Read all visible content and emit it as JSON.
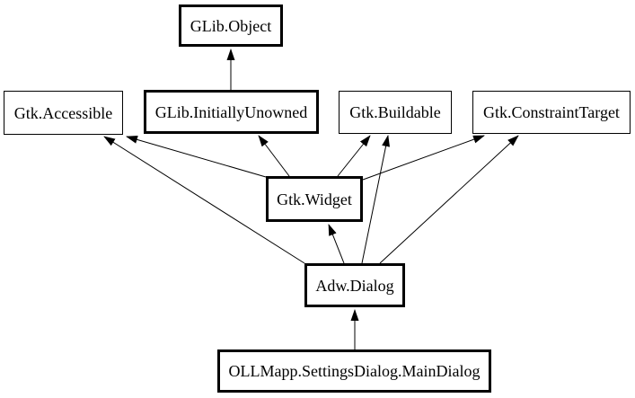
{
  "diagram": {
    "type": "class-inheritance-graph",
    "background_color": "#ffffff",
    "line_color": "#000000",
    "text_color": "#000000",
    "nodes": [
      {
        "id": "glib-object",
        "label": "GLib.Object",
        "kind": "class"
      },
      {
        "id": "gtk-accessible",
        "label": "Gtk.Accessible",
        "kind": "interface"
      },
      {
        "id": "glib-initiallyunowned",
        "label": "GLib.InitiallyUnowned",
        "kind": "class"
      },
      {
        "id": "gtk-buildable",
        "label": "Gtk.Buildable",
        "kind": "interface"
      },
      {
        "id": "gtk-constrainttarget",
        "label": "Gtk.ConstraintTarget",
        "kind": "interface"
      },
      {
        "id": "gtk-widget",
        "label": "Gtk.Widget",
        "kind": "class"
      },
      {
        "id": "adw-dialog",
        "label": "Adw.Dialog",
        "kind": "class"
      },
      {
        "id": "ollmapp-maindialog",
        "label": "OLLMapp.SettingsDialog.MainDialog",
        "kind": "class"
      }
    ],
    "edges": [
      {
        "from": "glib-initiallyunowned",
        "to": "glib-object"
      },
      {
        "from": "gtk-widget",
        "to": "gtk-accessible"
      },
      {
        "from": "gtk-widget",
        "to": "glib-initiallyunowned"
      },
      {
        "from": "gtk-widget",
        "to": "gtk-buildable"
      },
      {
        "from": "gtk-widget",
        "to": "gtk-constrainttarget"
      },
      {
        "from": "adw-dialog",
        "to": "gtk-accessible"
      },
      {
        "from": "adw-dialog",
        "to": "gtk-widget"
      },
      {
        "from": "adw-dialog",
        "to": "gtk-buildable"
      },
      {
        "from": "adw-dialog",
        "to": "gtk-constrainttarget"
      },
      {
        "from": "ollmapp-maindialog",
        "to": "adw-dialog"
      }
    ]
  }
}
